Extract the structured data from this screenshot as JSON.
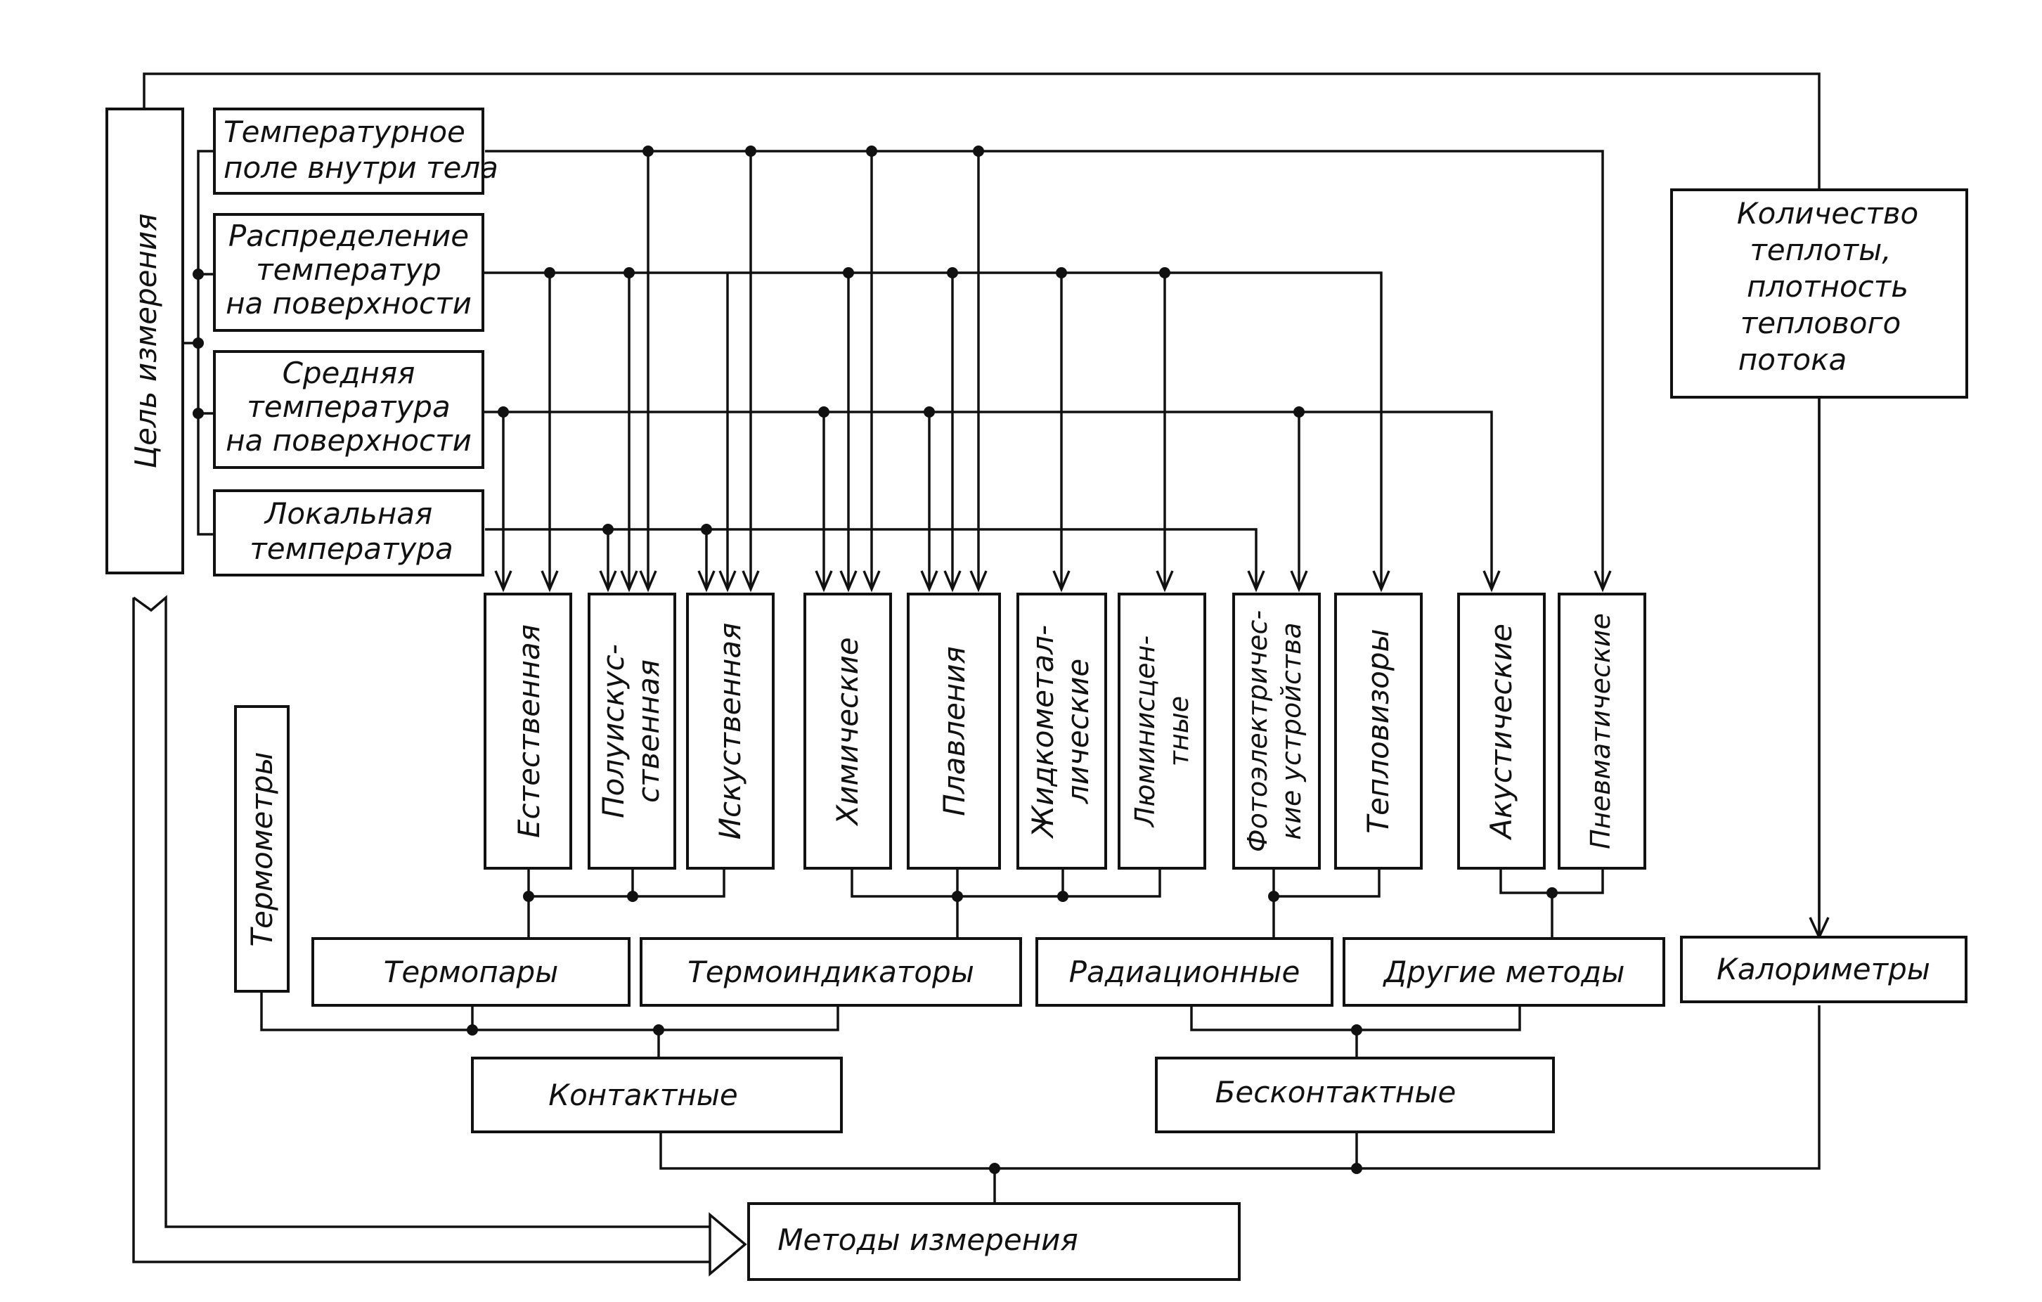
{
  "purpose": "Цель измерения",
  "goals": {
    "g1": [
      "Температурное",
      "поле внутри тела"
    ],
    "g2": [
      "Распределение",
      "температур",
      "на поверхности"
    ],
    "g3": [
      "Средняя",
      "температура",
      "на поверхности"
    ],
    "g4": [
      "Локальная",
      "температура"
    ]
  },
  "heat_quantity": [
    "Количество",
    "теплоты,",
    "плотность",
    "теплового",
    "потока"
  ],
  "methods": {
    "m1": [
      "Естественная"
    ],
    "m2": [
      "Полуискус-",
      "ственная"
    ],
    "m3": [
      "Искуственная"
    ],
    "m4": [
      "Химические"
    ],
    "m5": [
      "Плавления"
    ],
    "m6": [
      "Жидкометал-",
      "лические"
    ],
    "m7": [
      "Люминисцен-",
      "тные"
    ],
    "m8": [
      "Фотоэлектричес-",
      "кие устройства"
    ],
    "m9": [
      "Тепловизоры"
    ],
    "m10": [
      "Акустические"
    ],
    "m11": [
      "Пневматические"
    ]
  },
  "thermometers": "Термометры",
  "groups": {
    "thermocouples": "Термопары",
    "thermoindicators": "Термоиндикаторы",
    "radiation": "Радиационные",
    "other": "Другие методы",
    "calorimeters": "Калориметры"
  },
  "contact": "Контактные",
  "noncontact": "Бесконтактные",
  "measurement_methods": "Методы измерения"
}
